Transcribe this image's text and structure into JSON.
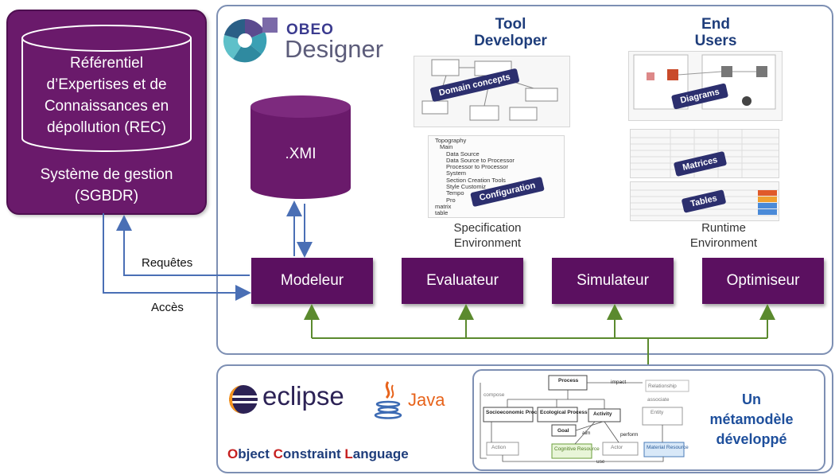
{
  "database": {
    "line1": "Référentiel",
    "line2": "d’Expertises et de",
    "line3": "Connaissances en",
    "line4": "dépollution (REC)",
    "system_line1": "Système de gestion",
    "system_line2": "(SGBDR)"
  },
  "xmi": {
    "label": ".XMI"
  },
  "obeo": {
    "brand_top": "OBEO",
    "brand_bottom": "Designer"
  },
  "tool_developer": {
    "line1": "Tool",
    "line2": "Developer"
  },
  "end_users": {
    "line1": "End",
    "line2": "Users"
  },
  "spec_env": {
    "line1": "Specification",
    "line2": "Environment"
  },
  "runtime_env": {
    "line1": "Runtime",
    "line2": "Environment"
  },
  "tags": {
    "domain": "Domain concepts",
    "configuration": "Configuration",
    "diagrams": "Diagrams",
    "matrices": "Matrices",
    "tables": "Tables"
  },
  "tree": [
    "Topography",
    "Main",
    "Data Source",
    "Data Source to Processor",
    "Processor to Processor",
    "System",
    "Section Creation Tools",
    "Style Customiz",
    "Tempo",
    "Pro",
    "matrix",
    "table"
  ],
  "modules": [
    "Modeleur",
    "Evaluateur",
    "Simulateur",
    "Optimiseur"
  ],
  "arrows": {
    "requetes": "Requêtes",
    "acces": "Accès"
  },
  "bottom": {
    "eclipse": "eclipse",
    "java": "Java",
    "ocl": {
      "o": "O",
      "o_rest": "bject ",
      "c": "C",
      "c_rest": "onstraint ",
      "l": "L",
      "l_rest": "anguage"
    },
    "meta_line1": "Un",
    "meta_line2": "métamodèle",
    "meta_line3": "développé"
  },
  "metamodel": {
    "process": "Process",
    "socioeconomic": "Socioeconomic Process",
    "ecological": "Ecological Process",
    "activity": "Activity",
    "goal": "Goal",
    "action": "Action",
    "cognitive": "Cognitive Resource",
    "actor": "Actor",
    "material": "Material Resource",
    "entity": "Entity",
    "relationship": "Relationship",
    "impact": "impact",
    "compose": "compose",
    "perform": "perform",
    "aim": "aim",
    "use": "use",
    "associate": "associate"
  },
  "colors": {
    "purple": "#6a1a6b",
    "module_purple": "#5b1060",
    "panel_border": "#7d8fb3",
    "arrow_blue": "#4a6fb5",
    "arrow_green": "#5b8a2e",
    "header_blue": "#1e3d7b",
    "ocl_red": "#c62020"
  }
}
